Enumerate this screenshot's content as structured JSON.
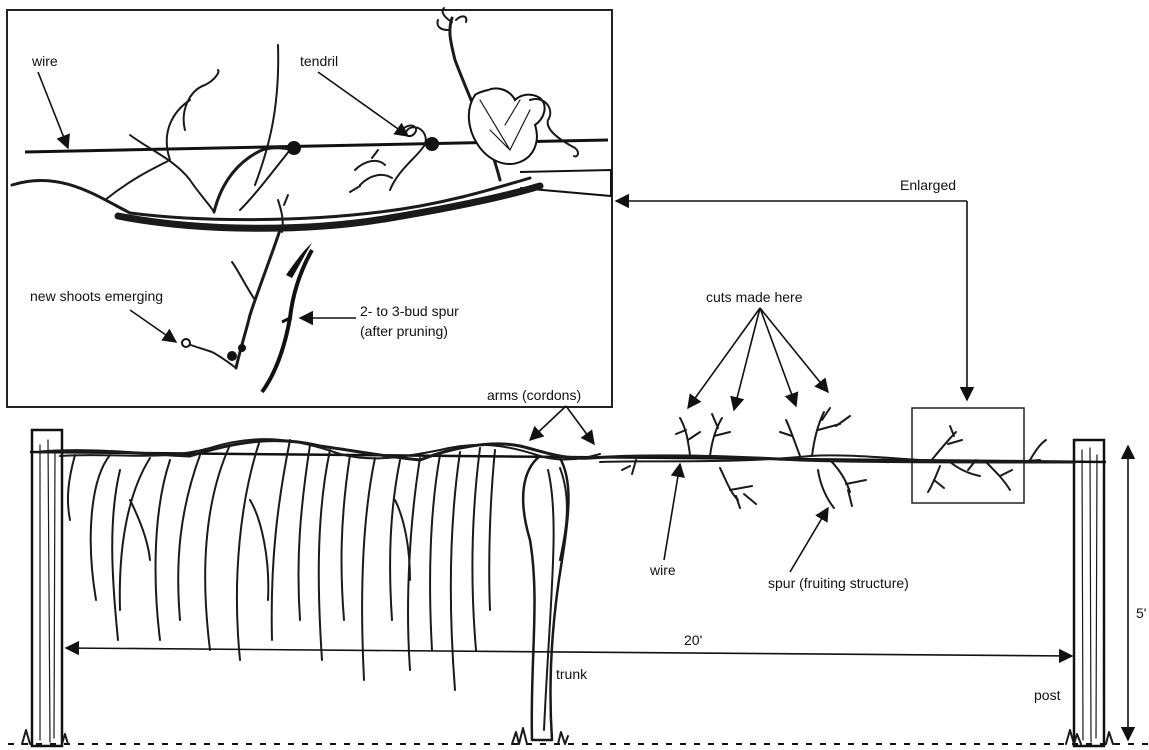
{
  "labels": {
    "inset_wire": "wire",
    "tendril": "tendril",
    "enlarged": "Enlarged",
    "new_shoots": "new shoots emerging",
    "spur_line1": "2- to 3-bud spur",
    "spur_line2": "(after pruning)",
    "cuts": "cuts made here",
    "arms": "arms (cordons)",
    "wire": "wire",
    "spur_fruiting": "spur (fruiting structure)",
    "span": "20'",
    "trunk": "trunk",
    "height": "5'",
    "post": "post"
  },
  "colors": {
    "ink": "#111111",
    "background": "#ffffff"
  }
}
